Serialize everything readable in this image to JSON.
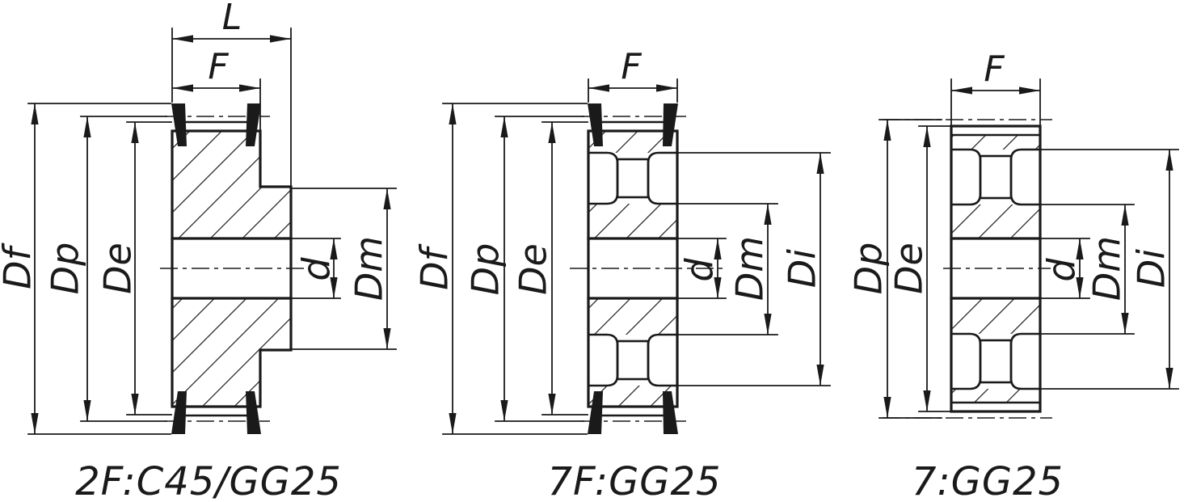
{
  "figure": "timing-pulley-cross-section-drawings",
  "colors": {
    "ink": "#1a1a1a",
    "background": "#ffffff"
  },
  "drawings": [
    {
      "caption": "2F:C45/GG25",
      "labels": {
        "L": "L",
        "F": "F",
        "Df": "Df",
        "Dp": "Dp",
        "De": "De",
        "d": "d",
        "Dm": "Dm"
      }
    },
    {
      "caption": "7F:GG25",
      "labels": {
        "F": "F",
        "Df": "Df",
        "Dp": "Dp",
        "De": "De",
        "d": "d",
        "Dm": "Dm",
        "Di": "Di"
      }
    },
    {
      "caption": "7:GG25",
      "labels": {
        "F": "F",
        "Dp": "Dp",
        "De": "De",
        "d": "d",
        "Dm": "Dm",
        "Di": "Di"
      }
    }
  ]
}
